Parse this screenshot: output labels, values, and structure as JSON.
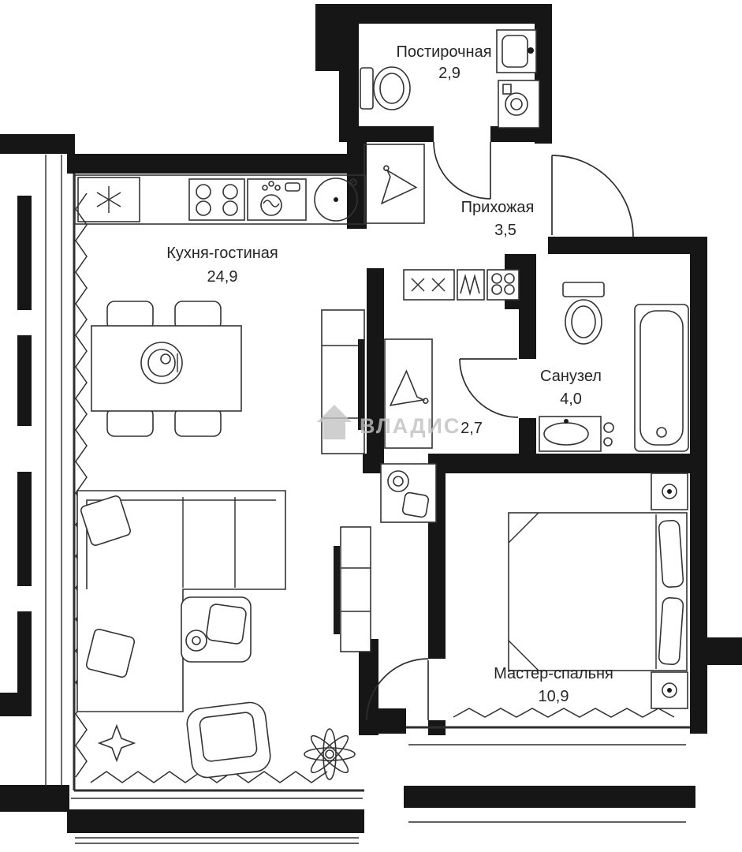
{
  "watermark": {
    "text": "ВЛАДИС"
  },
  "rooms": {
    "laundry": {
      "name": "Постирочная",
      "area": "2,9"
    },
    "hallway": {
      "name": "Прихожая",
      "area": "3,5"
    },
    "kitchen_living": {
      "name": "Кухня-гостиная",
      "area": "24,9"
    },
    "bathroom": {
      "name": "Санузел",
      "area": "4,0"
    },
    "corridor": {
      "area": "2,7"
    },
    "bedroom": {
      "name": "Мастер-спальня",
      "area": "10,9"
    }
  }
}
